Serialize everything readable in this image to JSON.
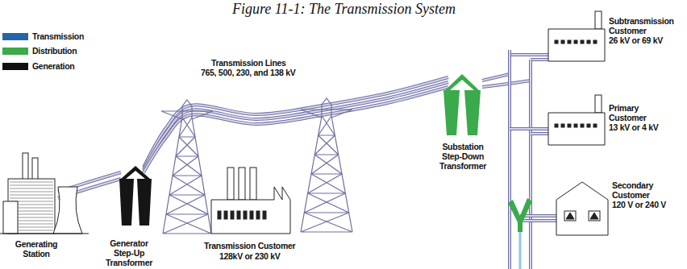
{
  "diagram": {
    "title": "Figure 11-1: The Transmission System",
    "labels": [
      "Transmission Lines",
      "765, 500, 230, and 138 kV",
      "Generating Station",
      "Generator Step-Up Transformer",
      "Transmission Customer",
      "128kV or 230 kV",
      "Substation Step-Down Transformer",
      "Subtransmission Customer",
      "26 kV or 69 kV",
      "Primary Customer",
      "13 kV or 4 kV",
      "Secondary Customer",
      "120 V or 240 V"
    ],
    "legend": [
      {
        "text": "Transmission",
        "color": "#2465a8"
      },
      {
        "text": "Distribution",
        "color": "#3aaa4a"
      },
      {
        "text": "Generation",
        "color": "#111111"
      }
    ]
  }
}
